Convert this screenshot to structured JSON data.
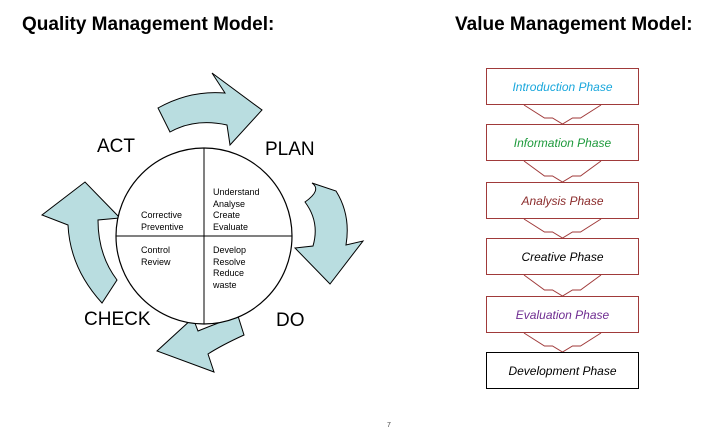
{
  "titles": {
    "quality": "Quality Management Model:",
    "value": "Value Management Model:"
  },
  "pdca": {
    "labels": {
      "act": "ACT",
      "plan": "PLAN",
      "do": "DO",
      "check": "CHECK"
    },
    "quadrants": {
      "top_left": [
        "Corrective",
        "Preventive"
      ],
      "top_right": [
        "Understand",
        "Analyse",
        "Create",
        "Evaluate"
      ],
      "bottom_left": [
        "Control",
        "Review"
      ],
      "bottom_right": [
        "Develop",
        "Resolve",
        "Reduce",
        "waste"
      ]
    },
    "colors": {
      "arrow_fill": "#b9dde0",
      "outline": "#000000"
    }
  },
  "value_management": {
    "phases": [
      {
        "label": "Introduction Phase",
        "color": "#1aa7dc",
        "border": "#a03a3a"
      },
      {
        "label": "Information Phase",
        "color": "#1e9a3c",
        "border": "#a03a3a"
      },
      {
        "label": "Analysis Phase",
        "color": "#8b2b2b",
        "border": "#a03a3a"
      },
      {
        "label": "Creative Phase",
        "color": "#000000",
        "border": "#a03a3a"
      },
      {
        "label": "Evaluation Phase",
        "color": "#6f2d91",
        "border": "#a03a3a"
      },
      {
        "label": "Development Phase",
        "color": "#000000",
        "border": "#000000"
      }
    ],
    "connector_color": "#a03a3a"
  },
  "page_number": "7"
}
